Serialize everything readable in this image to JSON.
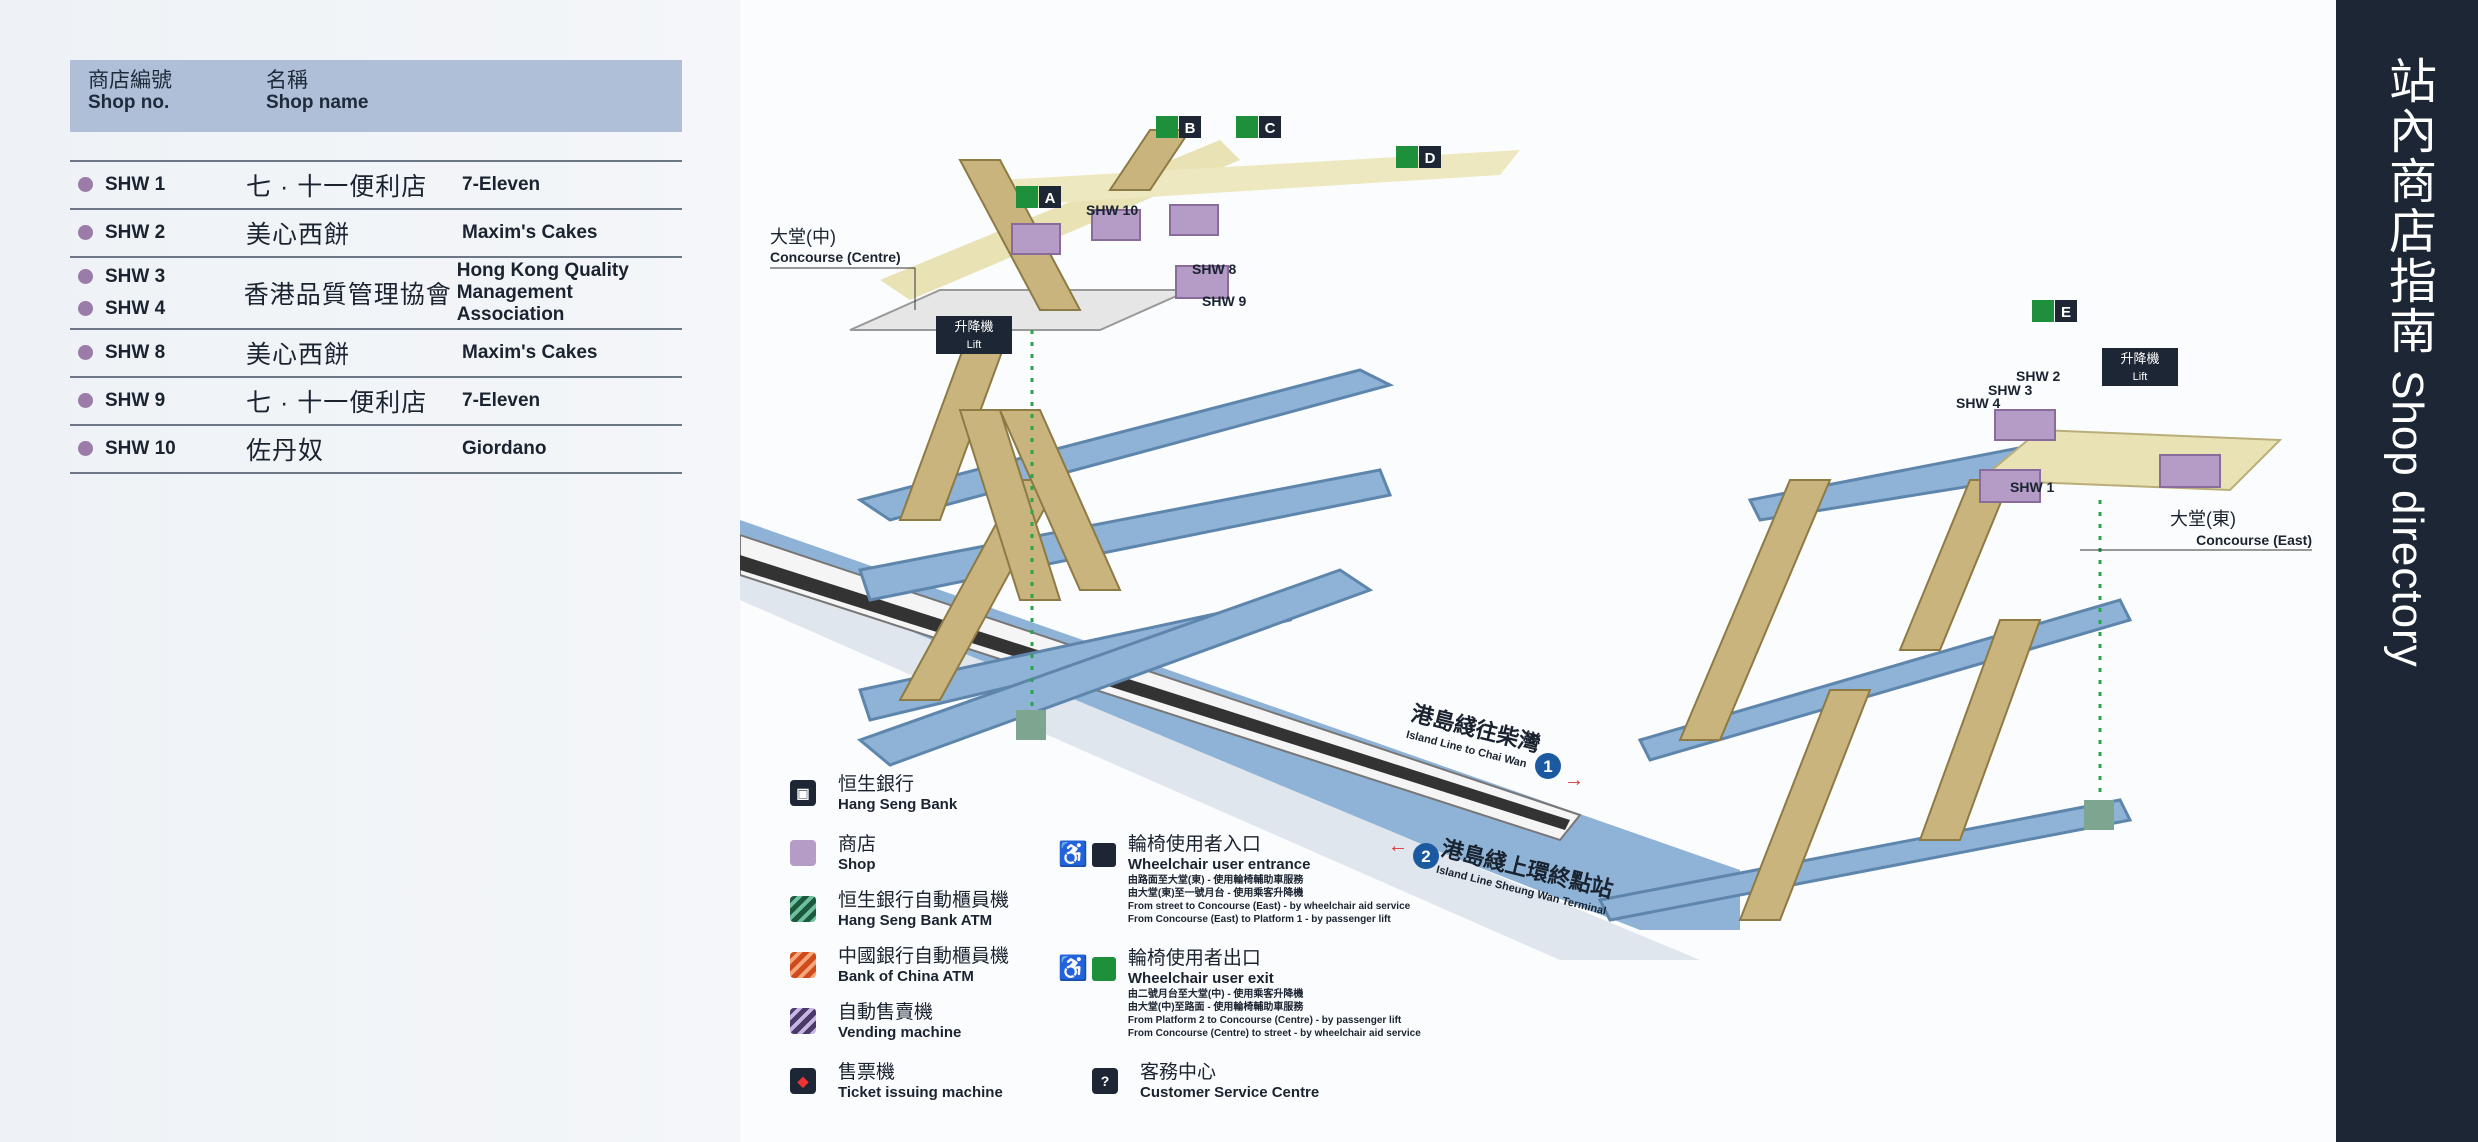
{
  "table": {
    "header": {
      "no_zh": "商店編號",
      "no_en": "Shop no.",
      "name_zh": "名稱",
      "name_en": "Shop name"
    },
    "rows": [
      {
        "no": "SHW 1",
        "zh": "七 · 十一便利店",
        "en": "7-Eleven"
      },
      {
        "no": "SHW 2",
        "zh": "美心西餅",
        "en": "Maxim's Cakes"
      },
      {
        "no": "SHW 3",
        "no2": "SHW 4",
        "zh": "香港品質管理協會",
        "en": "Hong Kong Quality",
        "en2": "Management Association"
      },
      {
        "no": "SHW 8",
        "zh": "美心西餅",
        "en": "Maxim's Cakes"
      },
      {
        "no": "SHW 9",
        "zh": "七 · 十一便利店",
        "en": "7-Eleven"
      },
      {
        "no": "SHW 10",
        "zh": "佐丹奴",
        "en": "Giordano"
      }
    ]
  },
  "sidebar": {
    "title_zh": "站內商店指南",
    "title_en": "Shop directory"
  },
  "colors": {
    "shop_dot": "#9b7ca9",
    "platform": "#8fb3d6",
    "concourse": "#e9e2b4",
    "escalator": "#c8b47c",
    "sidebar": "#1d2634",
    "table_header": "#aebfd7",
    "wheelchair_exit": "#1e8f3a",
    "hang_seng": "#1b5a3d"
  },
  "map": {
    "concourse_centre_zh": "大堂(中)",
    "concourse_centre_en": "Concourse (Centre)",
    "concourse_east_zh": "大堂(東)",
    "concourse_east_en": "Concourse (East)",
    "lift_zh": "升降機",
    "lift_en": "Lift",
    "exits": [
      "A",
      "B",
      "C",
      "D",
      "E"
    ],
    "shops": {
      "shw10": "SHW 10",
      "shw8": "SHW 8",
      "shw9": "SHW 9",
      "shw2": "SHW 2",
      "shw3": "SHW 3",
      "shw4": "SHW 4",
      "shw1": "SHW 1"
    },
    "line1_zh": "港島綫往柴灣",
    "line1_en": "Island Line to Chai Wan",
    "line1_num": "1",
    "line2_zh": "港島綫上環終點站",
    "line2_en": "Island Line Sheung Wan Terminal",
    "line2_num": "2"
  },
  "legend": {
    "hang_seng": {
      "zh": "恒生銀行",
      "en": "Hang Seng Bank",
      "icon": "hang-seng-bank-icon"
    },
    "shop": {
      "zh": "商店",
      "en": "Shop",
      "icon": "shop-icon"
    },
    "hsb_atm": {
      "zh": "恒生銀行自動櫃員機",
      "en": "Hang Seng Bank ATM",
      "icon": "hang-seng-atm-icon"
    },
    "boc_atm": {
      "zh": "中國銀行自動櫃員機",
      "en": "Bank of China ATM",
      "icon": "boc-atm-icon"
    },
    "vending": {
      "zh": "自動售賣機",
      "en": "Vending machine",
      "icon": "vending-machine-icon"
    },
    "ticket": {
      "zh": "售票機",
      "en": "Ticket issuing machine",
      "icon": "ticket-machine-icon"
    },
    "wc_entrance": {
      "zh": "輪椅使用者入口",
      "en": "Wheelchair user entrance",
      "d1": "由路面至大堂(東) - 使用輪椅輔助車服務",
      "d2": "由大堂(東)至一號月台 - 使用乘客升降機",
      "d3": "From street to Concourse (East) - by wheelchair aid service",
      "d4": "From Concourse (East) to Platform 1 - by passenger lift"
    },
    "wc_exit": {
      "zh": "輪椅使用者出口",
      "en": "Wheelchair user exit",
      "d1": "由二號月台至大堂(中) - 使用乘客升降機",
      "d2": "由大堂(中)至路面 - 使用輪椅輔助車服務",
      "d3": "From Platform 2 to Concourse (Centre) - by passenger lift",
      "d4": "From Concourse (Centre) to street - by wheelchair aid service"
    },
    "csc": {
      "zh": "客務中心",
      "en": "Customer Service Centre",
      "icon": "customer-service-centre-icon"
    }
  }
}
